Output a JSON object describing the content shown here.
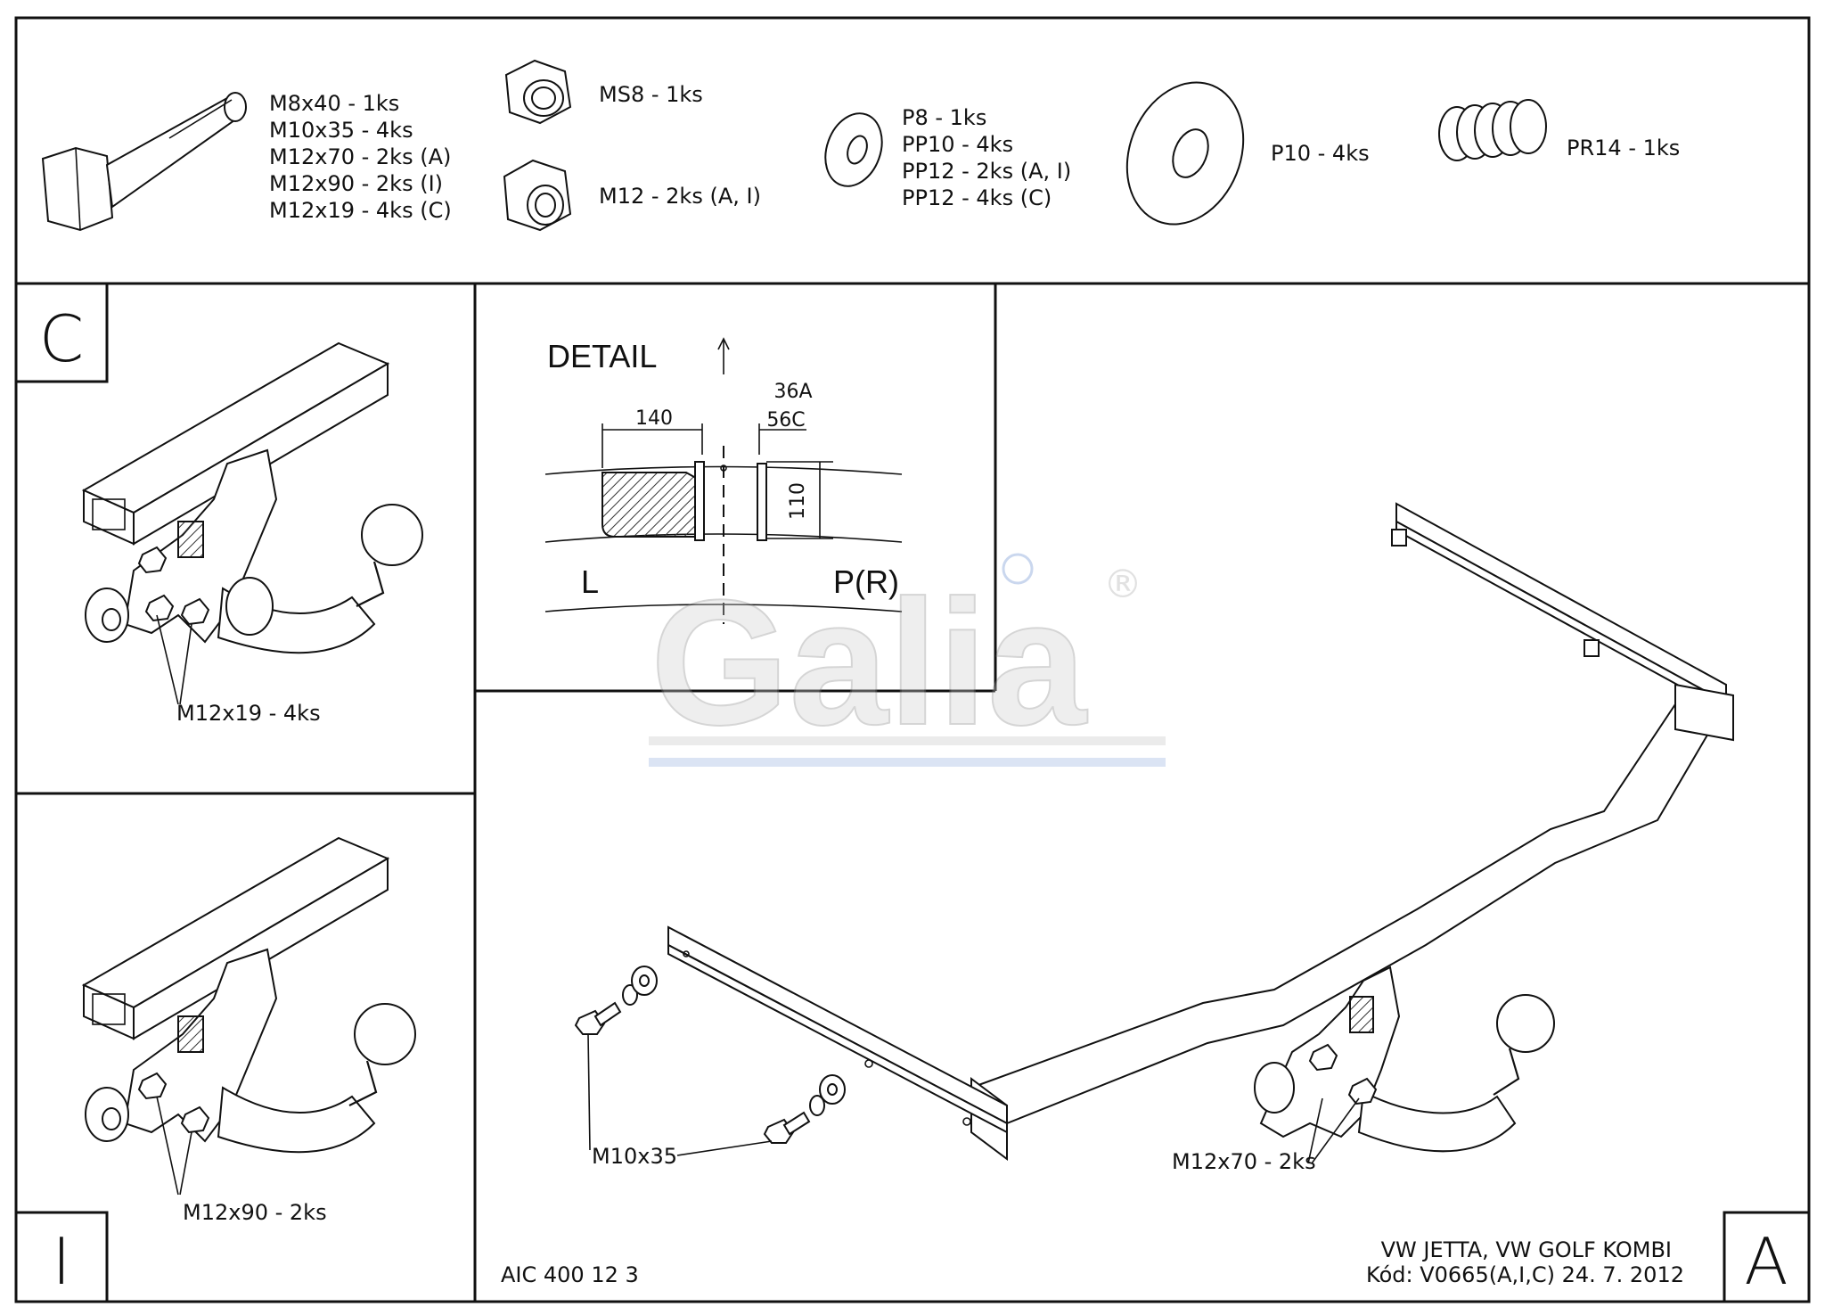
{
  "parts_list": {
    "bolts": [
      "M8x40 - 1ks",
      "M10x35 - 4ks",
      "M12x70 - 2ks (A)",
      "M12x90 - 2ks (I)",
      "M12x19 - 4ks (C)"
    ],
    "nut_ms8": "MS8 - 1ks",
    "nut_m12": "M12 - 2ks (A, I)",
    "washers_small": [
      "P8 - 1ks",
      "PP10 - 4ks",
      "PP12 - 2ks (A, I)",
      "PP12 - 4ks (C)"
    ],
    "washer_large": "P10 - 4ks",
    "spring": "PR14 - 1ks"
  },
  "panel_c": {
    "letter": "C",
    "callout": "M12x19 - 4ks"
  },
  "panel_i": {
    "letter": "I",
    "callout": "M12x90 - 2ks"
  },
  "detail": {
    "title": "DETAIL",
    "dim_width": "140",
    "dim_height": "110",
    "code_top": "36A",
    "code_bottom": "56C",
    "left_label": "L",
    "right_label": "P(R)"
  },
  "main_view": {
    "callout_left": "M10x35",
    "callout_right": "M12x70 - 2ks"
  },
  "watermark": {
    "text": "Galia",
    "registered": "®"
  },
  "footer": {
    "drawing_number": "AIC 400 12 3",
    "vehicle": "VW JETTA, VW GOLF KOMBI",
    "code_date": "Kód: V0665(A,I,C)  24. 7. 2012",
    "letter_a": "A"
  }
}
